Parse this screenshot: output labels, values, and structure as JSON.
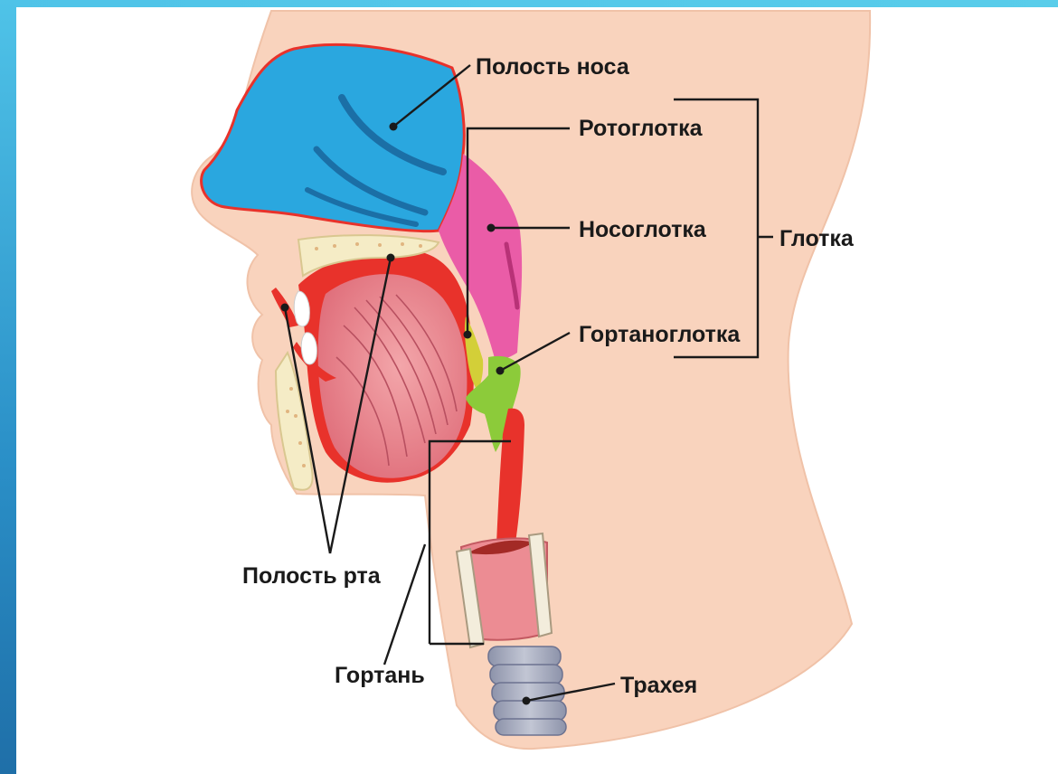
{
  "labels": {
    "nasal_cavity": "Полость носа",
    "oropharynx": "Ротоглотка",
    "nasopharynx": "Носоглотка",
    "pharynx": "Глотка",
    "laryngopharynx": "Гортаноглотка",
    "oral_cavity": "Полость рта",
    "larynx": "Гортань",
    "trachea": "Трахея"
  },
  "colors": {
    "frame": "#3aa9dc",
    "skin": "#f9d3bd",
    "nasal_cavity": "#2aa7df",
    "nasopharynx": "#ea5ca7",
    "oropharynx": "#d3cf38",
    "laryngopharynx": "#8ccb3a",
    "tongue": "#e97c86",
    "mucosa": "#e8322b",
    "bone": "#f5ecc6",
    "trachea": "#a5aabd"
  }
}
